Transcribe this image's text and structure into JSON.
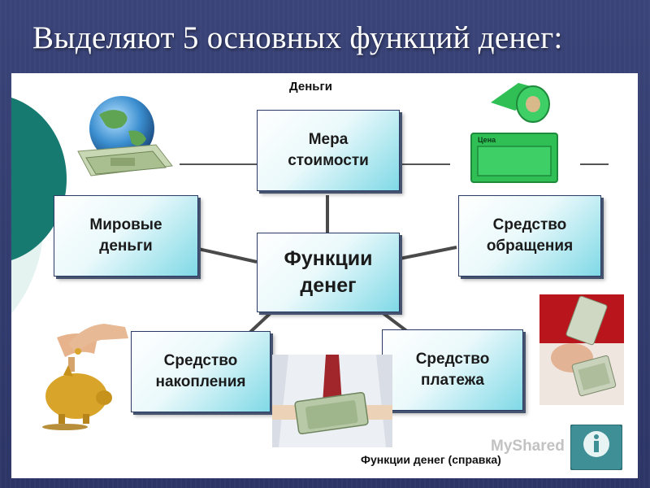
{
  "slide": {
    "title": "Выделяют 5 основных функций денег:"
  },
  "diagram": {
    "header_label": "Деньги",
    "footer_label": "Функции денег (справка)",
    "center_node": "Функции\nденег",
    "nodes": {
      "measure": "Мера\nстоимости",
      "circulation": "Средство\nобращения",
      "payment": "Средство\nплатежа",
      "accumulation": "Средство\nнакопления",
      "world": "Мировые\nденьги"
    },
    "price_tag_label": "Цена"
  },
  "watermark": {
    "text": "MyShared"
  },
  "colors": {
    "slide_background": "#2f3a6e",
    "node_gradient_end": "#7fd9e6",
    "accent_teal": "#177a70",
    "tag_green": "#2fbf55"
  }
}
